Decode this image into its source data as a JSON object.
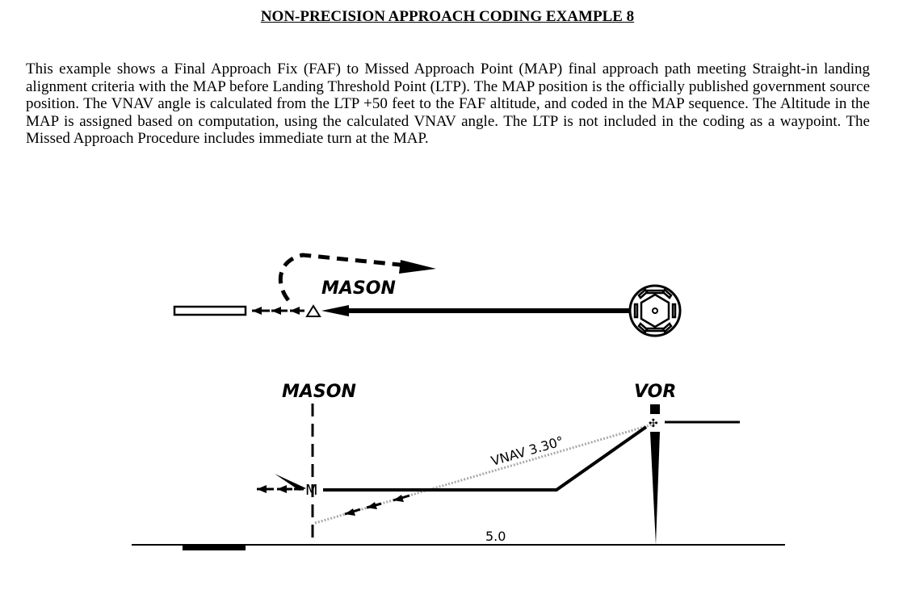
{
  "page": {
    "title": "NON-PRECISION APPROACH CODING EXAMPLE 8",
    "description": "This example shows a Final Approach Fix (FAF) to Missed Approach Point (MAP) final approach path meeting Straight-in landing alignment criteria with the MAP before Landing Threshold Point (LTP). The MAP position is the officially published government source position. The VNAV angle is calculated from the LTP +50 feet to the FAF altitude, and coded in the MAP sequence. The Altitude in the MAP is assigned based on computation, using the calculated VNAV angle. The LTP is not included in the coding as a waypoint. The Missed Approach Procedure includes immediate turn at the MAP."
  },
  "plan_view": {
    "waypoint_label": "MASON"
  },
  "profile_view": {
    "map_label": "MASON",
    "faf_label": "VOR",
    "vnav_label": "VNAV 3.30°",
    "distance_label": "5.0",
    "map_marker": "M"
  }
}
